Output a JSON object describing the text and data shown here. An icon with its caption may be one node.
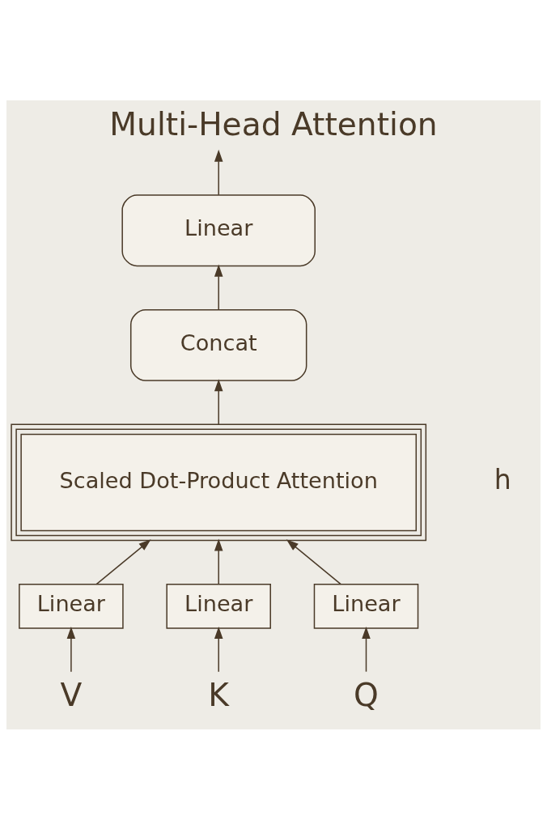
{
  "diagram": {
    "title": "Multi-Head Attention",
    "nodes": [
      {
        "text": [
          "Linear"
        ]
      },
      {
        "text": [
          "Concat"
        ]
      },
      {
        "text": [
          "Scaled Dot-Product Attention"
        ]
      },
      {
        "text": [
          "Linear"
        ]
      },
      {
        "text": [
          "Linear"
        ]
      },
      {
        "text": [
          "Linear"
        ]
      },
      {
        "text": [
          "V"
        ]
      },
      {
        "text": [
          "K"
        ]
      },
      {
        "text": [
          "Q"
        ]
      }
    ],
    "edges": [
      {
        "from": 0,
        "to": null,
        "arrow": "to"
      },
      {
        "from": 1,
        "to": 0,
        "arrow": "to"
      },
      {
        "from": 2,
        "to": 1,
        "arrow": "to"
      },
      {
        "from": 3,
        "to": 2,
        "arrow": "to"
      },
      {
        "from": 4,
        "to": 2,
        "arrow": "to"
      },
      {
        "from": 5,
        "to": 2,
        "arrow": "to"
      },
      {
        "from": 6,
        "to": 3,
        "arrow": "to"
      },
      {
        "from": 7,
        "to": 4,
        "arrow": "to"
      },
      {
        "from": 8,
        "to": 5,
        "arrow": "to"
      }
    ],
    "labels": [
      "h"
    ]
  }
}
